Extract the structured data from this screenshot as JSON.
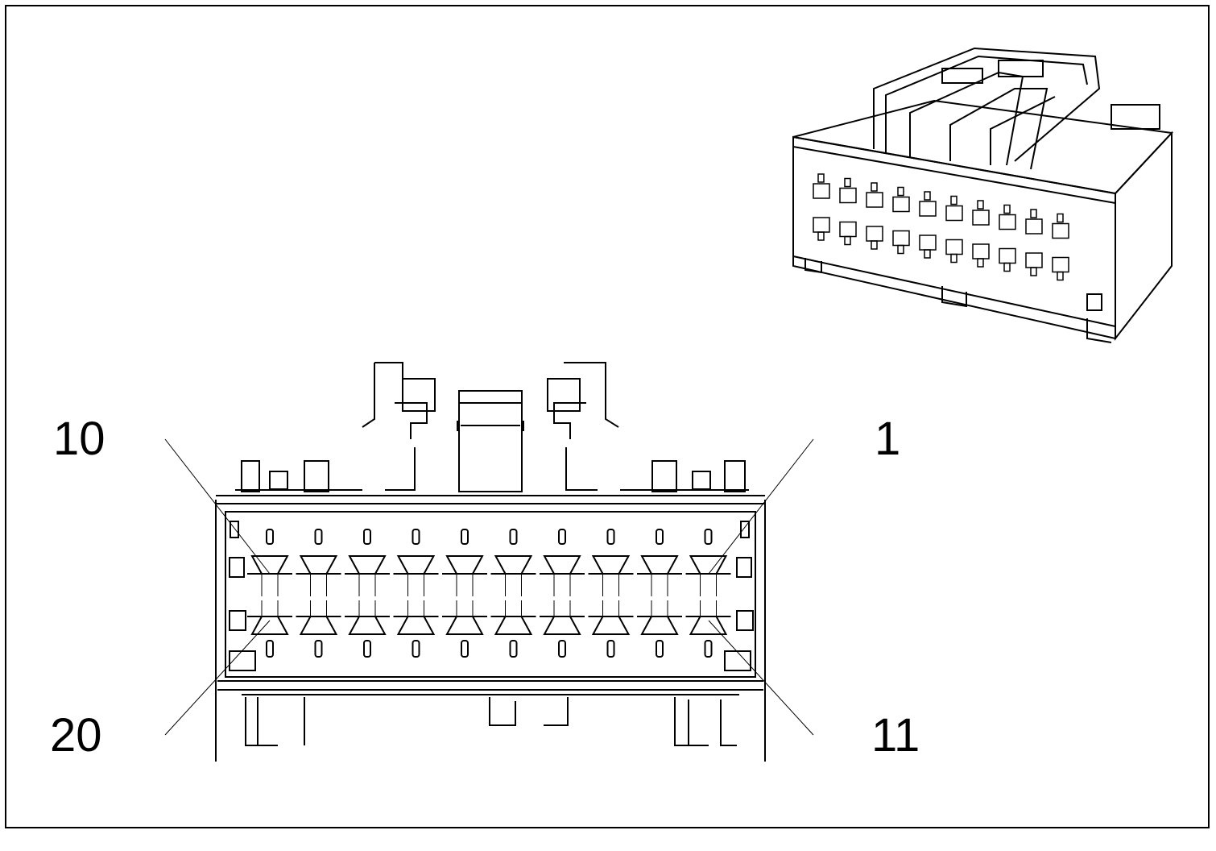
{
  "pin_labels": {
    "top_left": "10",
    "top_right": "1",
    "bottom_left": "20",
    "bottom_right": "11"
  },
  "colors": {
    "line": "#000000",
    "background": "#ffffff"
  },
  "views": [
    "connector-front-face",
    "connector-isometric"
  ],
  "pins_per_row": 10,
  "rows": 2
}
